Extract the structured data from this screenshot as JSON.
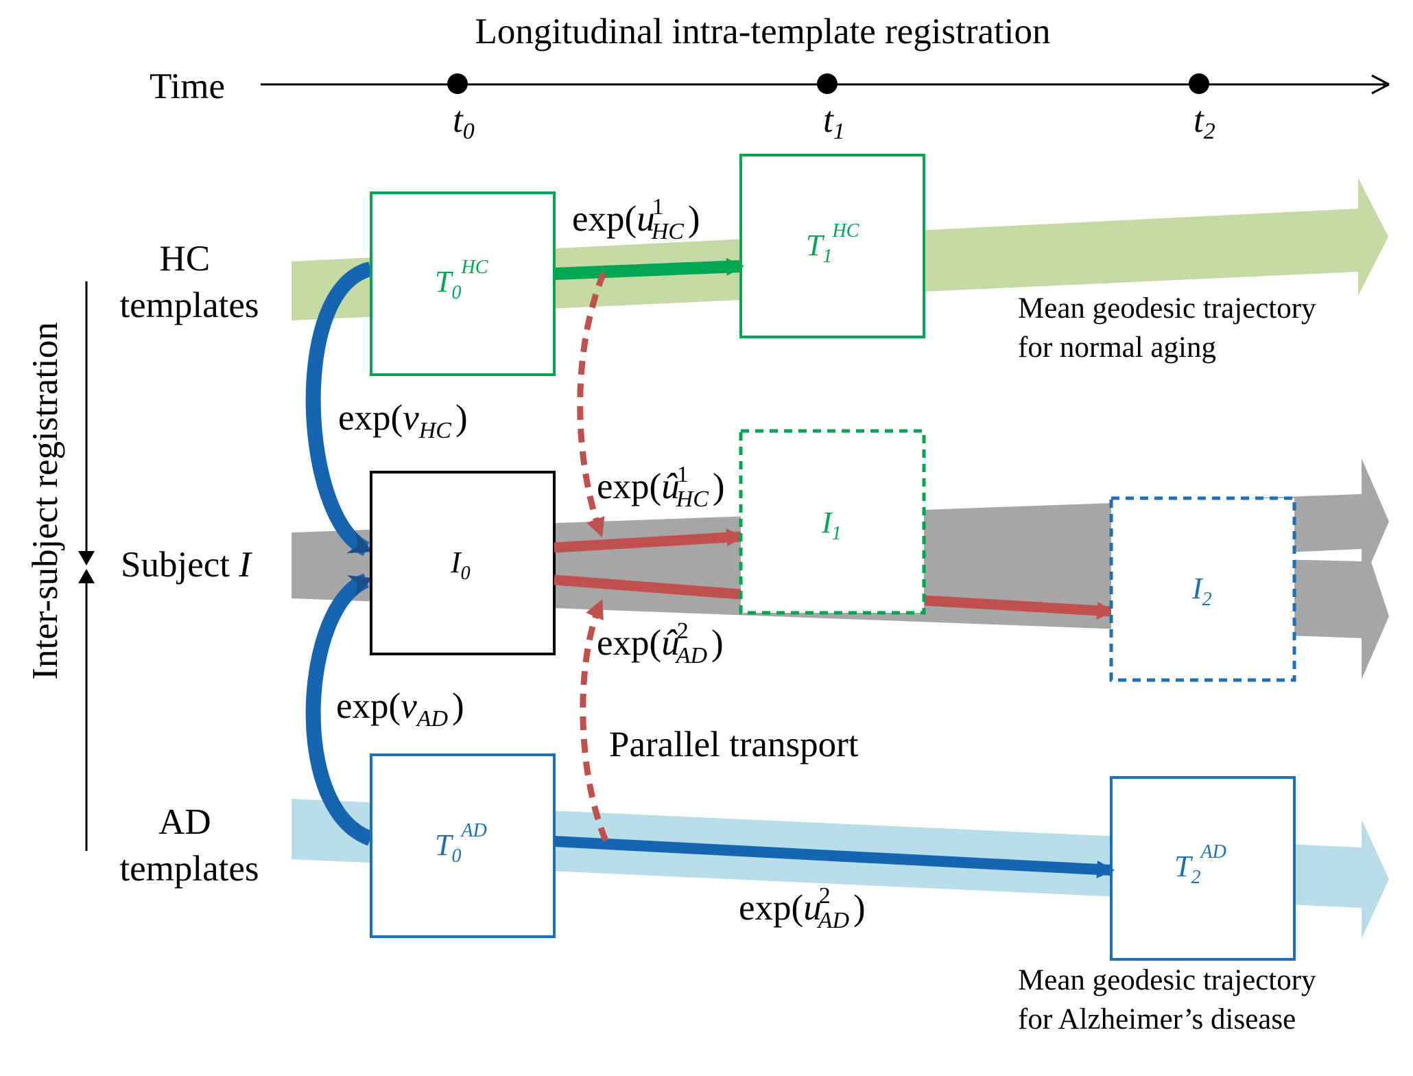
{
  "header": {
    "top_label": "Longitudinal intra-template registration",
    "axis_label": "Time",
    "time_points": [
      {
        "base": "t",
        "sub": "0"
      },
      {
        "base": "t",
        "sub": "1"
      },
      {
        "base": "t",
        "sub": "2"
      }
    ]
  },
  "side": {
    "vertical_label": "Inter-subject registration"
  },
  "rows": {
    "hc": {
      "line1": "HC",
      "line2": "templates"
    },
    "subject": {
      "prefix": "Subject ",
      "italic": "I"
    },
    "ad": {
      "line1": "AD",
      "line2": "templates"
    }
  },
  "boxes": {
    "t0_hc": {
      "base": "T",
      "sub": "0",
      "sup": "HC"
    },
    "t1_hc": {
      "base": "T",
      "sub": "1",
      "sup": "HC"
    },
    "i0": {
      "base": "I",
      "sub": "0"
    },
    "i1": {
      "base": "I",
      "sub": "1"
    },
    "i2": {
      "base": "I",
      "sub": "2"
    },
    "t0_ad": {
      "base": "T",
      "sub": "0",
      "sup": "AD"
    },
    "t2_ad": {
      "base": "T",
      "sub": "2",
      "sup": "AD"
    }
  },
  "deformations": {
    "u_hc": {
      "fn": "exp(",
      "var": "u",
      "sub": "HC",
      "sup": "1",
      "close": ")"
    },
    "v_hc": {
      "fn": "exp(",
      "var": "v",
      "sub": "HC",
      "close": ")"
    },
    "uhat_hc": {
      "fn": "exp(",
      "var": "û",
      "sub": "HC",
      "sup": "1",
      "close": ")"
    },
    "uhat_ad": {
      "fn": "exp(",
      "var": "û",
      "sub": "AD",
      "sup": "2",
      "close": ")"
    },
    "v_ad": {
      "fn": "exp(",
      "var": "v",
      "sub": "AD",
      "close": ")"
    },
    "u_ad": {
      "fn": "exp(",
      "var": "u",
      "sub": "AD",
      "sup": "2",
      "close": ")"
    }
  },
  "annotations": {
    "parallel_transport": "Parallel transport",
    "hc_trajectory": {
      "line1": "Mean geodesic trajectory",
      "line2": "for normal aging"
    },
    "ad_trajectory": {
      "line1": "Mean geodesic trajectory",
      "line2": "for Alzheimer’s disease"
    }
  },
  "colors": {
    "hc_green": "#00A651",
    "hc_band": "#C5D9A2",
    "subject_band": "#A6A6A6",
    "ad_blue": "#1F6FB5",
    "ad_band": "#B7DDE8",
    "red_arrow": "#C0504D",
    "curve_blue": "#1565B0"
  }
}
